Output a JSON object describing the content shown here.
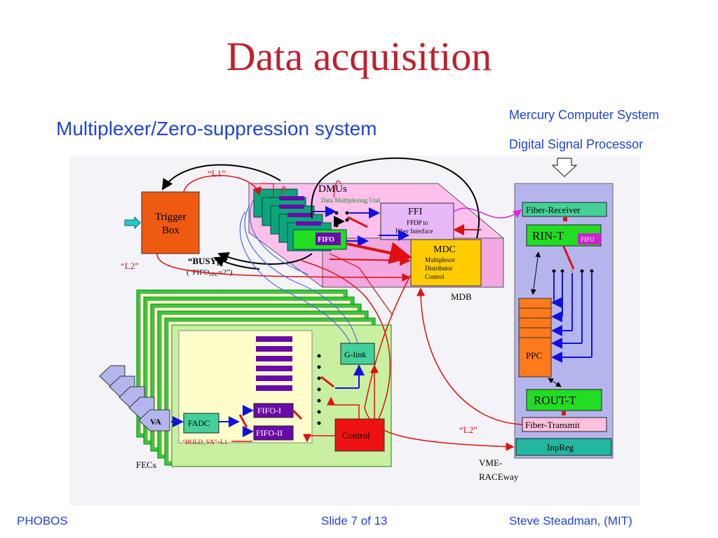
{
  "slide": {
    "title": "Data acquisition",
    "subtitle": "Multiplexer/Zero-suppression system",
    "side_note_line1": "Mercury Computer System",
    "side_note_line2": "Digital Signal Processor"
  },
  "diagram": {
    "l1_top": "“L1”",
    "l2_left": "“L2”",
    "l2_right": "“L2”",
    "trigger_box_line1": "Trigger",
    "trigger_box_line2": "Box",
    "busy_label": "“BUSY",
    "busy_sub": "L2",
    "busy_close": "”",
    "fifo_fec_label": "(“FIFO",
    "fifo_fec_sub": "FEC",
    "fifo_fec_close": "=2”)",
    "dmus_label": "DMUs",
    "dmu_full_name": "Data Multiplexing Unit",
    "ffi_title": "FFI",
    "ffi_line1": "FPDP to",
    "ffi_line2": "Fiber Interface",
    "dmu_fifo": "FIFO",
    "mdc_title": "MDC",
    "mdc_line1": "Multiplexor",
    "mdc_line2": "Distributor",
    "mdc_line3": "Control",
    "mdb_label": "MDB",
    "fiber_receiver": "Fiber-Receiver",
    "rin_t": "RIN-T",
    "rin_fifo": "FIFO",
    "ppc": "PPC",
    "rout_t": "ROUT-T",
    "fiber_transmit": "Fiber-Transmit",
    "inpreg": "InpReg",
    "vme_line1": "VME-",
    "vme_line2": "RACEway",
    "glink": "G-link",
    "fifo_1": "FIFO-I",
    "fifo_2": "FIFO-II",
    "fadc": "FADC",
    "control": "Control",
    "hold_va": "“HOLD_VA”~L1",
    "va": "VA",
    "fecs": "FECs"
  },
  "footer": {
    "left": "PHOBOS",
    "center": "Slide 7 of 13",
    "right": "Steve Steadman, (MIT)"
  },
  "colors": {
    "title": "#c0202c",
    "text_blue": "#1f44d6",
    "trigger_orange": "#ee5a10",
    "fec_green": "#33cc33",
    "fec_yellow": "#ffffcc",
    "mdb_pink": "#ffc0ee",
    "mdc_yellow": "#ffcc00",
    "control_red": "#ee1111",
    "ffi_lavender": "#e6b8f5",
    "dmu_teal": "#0aa67a",
    "vme_lavender": "#b5b5ee",
    "fifo_purple": "#6a0aa8"
  }
}
